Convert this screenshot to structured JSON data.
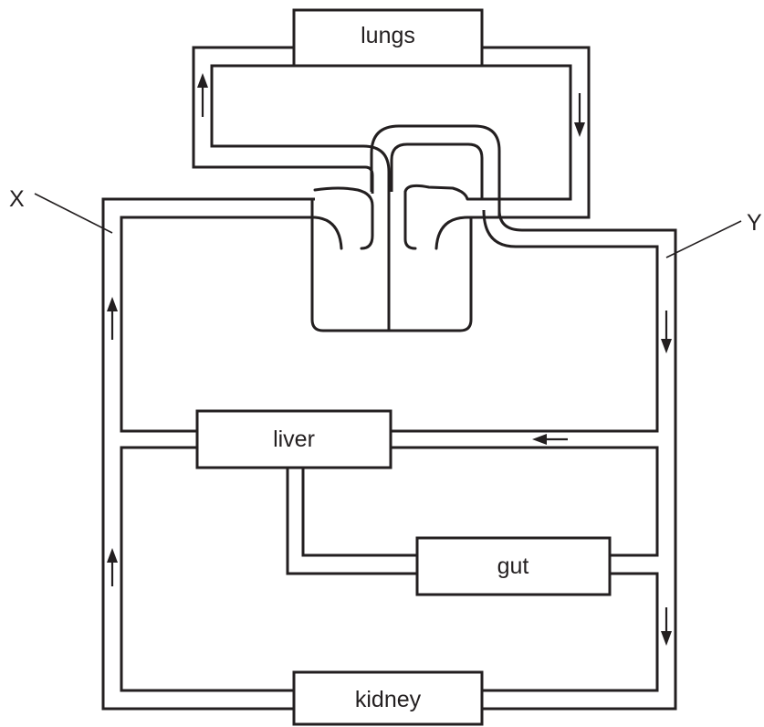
{
  "diagram": {
    "organs": {
      "lungs": "lungs",
      "liver": "liver",
      "gut": "gut",
      "kidney": "kidney"
    },
    "vessel_labels": {
      "x": "X",
      "y": "Y"
    },
    "colors": {
      "line": "#231f20",
      "background": "#ffffff"
    }
  }
}
